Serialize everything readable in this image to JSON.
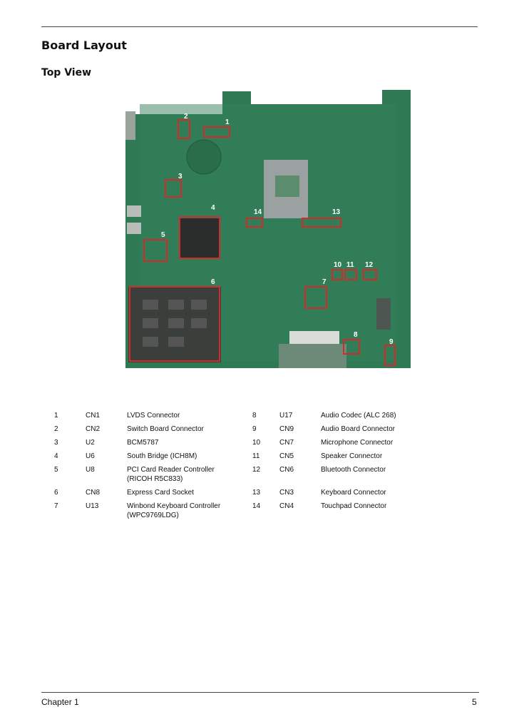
{
  "page": {
    "title": "Board Layout",
    "subtitle": "Top View"
  },
  "figure": {
    "callouts": [
      "1",
      "2",
      "3",
      "4",
      "5",
      "6",
      "7",
      "8",
      "9",
      "10",
      "11",
      "12",
      "13",
      "14"
    ],
    "colors": {
      "board": "#2f7a55",
      "highlight": "#d42a2a"
    }
  },
  "parts": [
    {
      "left": {
        "num": "1",
        "ref": "CN1",
        "desc": "LVDS Connector"
      },
      "right": {
        "num": "8",
        "ref": "U17",
        "desc": "Audio Codec (ALC 268)"
      }
    },
    {
      "left": {
        "num": "2",
        "ref": "CN2",
        "desc": "Switch Board Connector"
      },
      "right": {
        "num": "9",
        "ref": "CN9",
        "desc": "Audio Board Connector"
      }
    },
    {
      "left": {
        "num": "3",
        "ref": "U2",
        "desc": "BCM5787"
      },
      "right": {
        "num": "10",
        "ref": "CN7",
        "desc": "Microphone Connector"
      }
    },
    {
      "left": {
        "num": "4",
        "ref": "U6",
        "desc": "South Bridge (ICH8M)"
      },
      "right": {
        "num": "11",
        "ref": "CN5",
        "desc": "Speaker Connector"
      }
    },
    {
      "left": {
        "num": "5",
        "ref": "U8",
        "desc": "PCI Card Reader Controller",
        "desc2": "(RICOH R5C833)"
      },
      "right": {
        "num": "12",
        "ref": "CN6",
        "desc": "Bluetooth Connector"
      }
    },
    {
      "left": {
        "num": "6",
        "ref": "CN8",
        "desc": "Express Card Socket"
      },
      "right": {
        "num": "13",
        "ref": "CN3",
        "desc": "Keyboard Connector"
      }
    },
    {
      "left": {
        "num": "7",
        "ref": "U13",
        "desc": "Winbond Keyboard Controller",
        "desc2": "(WPC9769LDG)"
      },
      "right": {
        "num": "14",
        "ref": "CN4",
        "desc": "Touchpad Connector"
      }
    }
  ],
  "footer": {
    "chapter": "Chapter 1",
    "page_number": "5"
  }
}
